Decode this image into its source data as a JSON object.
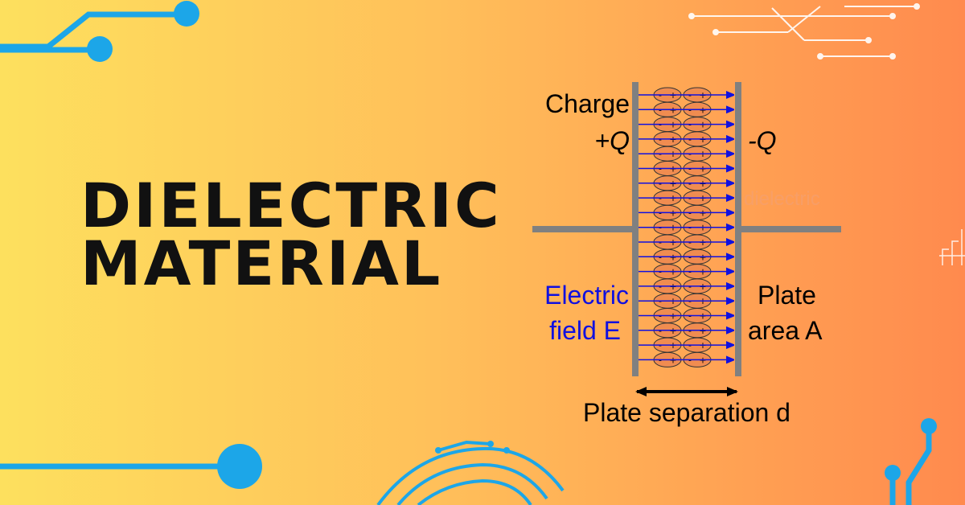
{
  "title": {
    "line1": "DIELECTRIC",
    "line2": "MATERIAL"
  },
  "diagram": {
    "charge_label": "Charge",
    "plus_q": "+Q",
    "minus_q": "-Q",
    "dielectric_label": "dielectric",
    "electric_field_line1": "Electric",
    "electric_field_line2": "field E",
    "plate_area_line1": "Plate",
    "plate_area_line2": "area A",
    "plate_separation": "Plate separation d",
    "dipole_sign_minus": "-",
    "dipole_sign_plus": "+"
  },
  "colors": {
    "gradient_left": "#FDE05E",
    "gradient_right": "#FF8A4E",
    "circuit_blue": "#1CA6E8",
    "field_blue": "#1010E0",
    "plate_gray": "#808080",
    "dipole_fill": "#F08C50",
    "title_text": "#111111"
  }
}
